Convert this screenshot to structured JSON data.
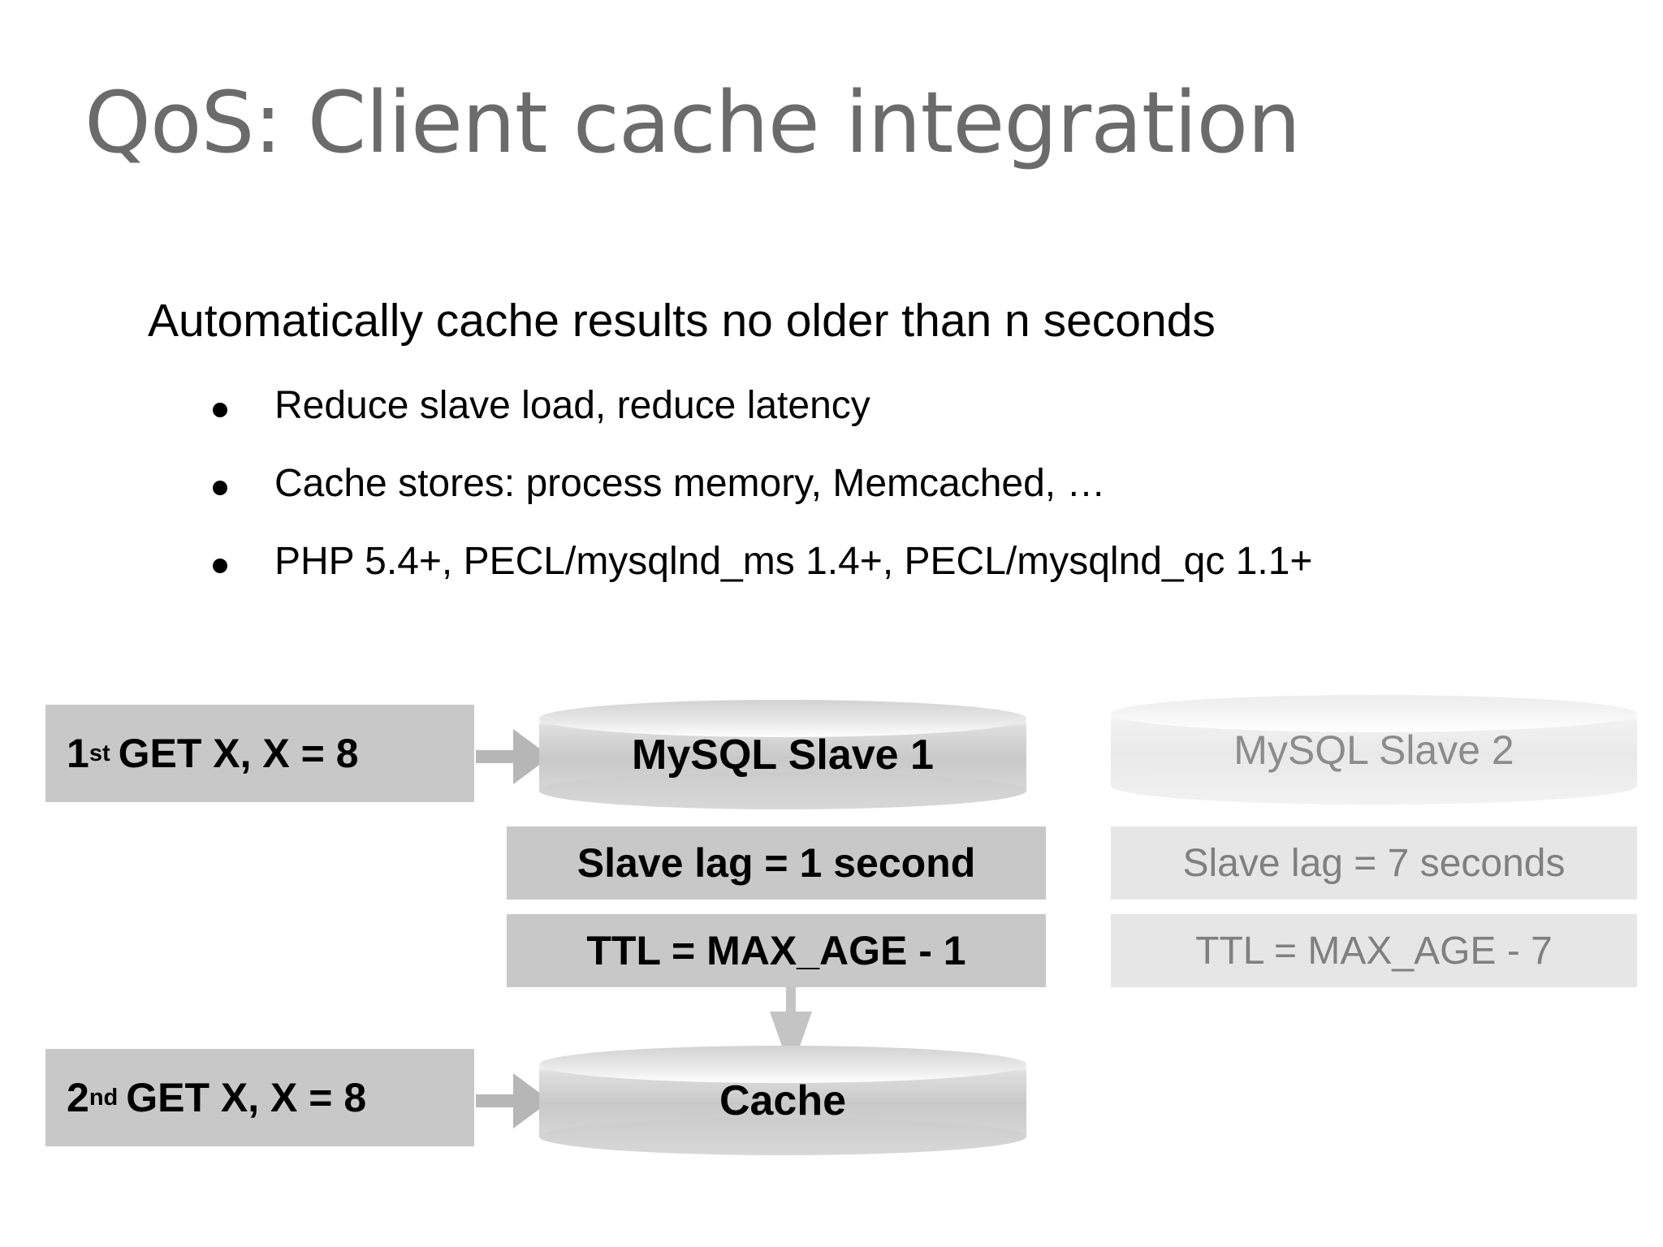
{
  "slide": {
    "title": "QoS: Client cache integration",
    "lead_line": "Automatically cache results no older than n seconds",
    "bullets": [
      {
        "text": "Reduce slave load, reduce latency"
      },
      {
        "text": "Cache stores: process memory, Memcached, …"
      },
      {
        "text": "PHP 5.4+, PECL/mysqlnd_ms 1.4+, PECL/mysqlnd_qc 1.1+"
      }
    ]
  },
  "diagram": {
    "first_request": {
      "ordinal": "1",
      "ordinal_suffix": "st",
      "text": " GET X, X = 8"
    },
    "second_request": {
      "ordinal": "2",
      "ordinal_suffix": "nd",
      "text": " GET X, X = 8"
    },
    "slave1": {
      "label": "MySQL Slave 1",
      "lag": "Slave lag = 1 second",
      "ttl": "TTL = MAX_AGE - 1"
    },
    "slave2": {
      "label": "MySQL Slave 2",
      "lag": "Slave lag = 7 seconds",
      "ttl": "TTL = MAX_AGE - 7"
    },
    "cache": {
      "label": "Cache"
    }
  },
  "colors": {
    "title_gray": "#6b6b6b",
    "active_box": "#c8c8c8",
    "dim_box": "#e6e6e6",
    "dim_text": "#808080",
    "arrow_gray": "#b6b6b6",
    "background": "#ffffff"
  }
}
